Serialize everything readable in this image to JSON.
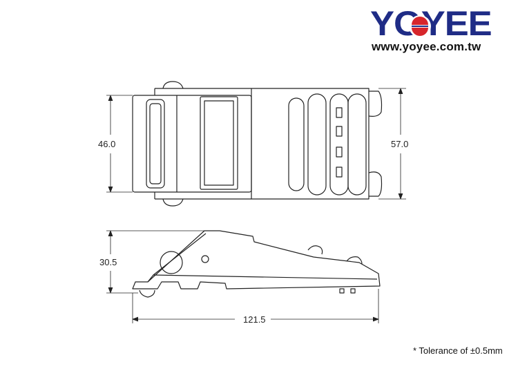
{
  "brand": {
    "name": "YOYEE",
    "url": "www.yoyee.com.tw",
    "colors": {
      "primary": "#1f2c86",
      "accent": "#d7262b"
    }
  },
  "dimensions": {
    "top_view_inner_height": "46.0",
    "top_view_outer_height": "57.0",
    "side_view_height": "30.5",
    "side_view_length": "121.5"
  },
  "note": "* Tolerance of ±0.5mm"
}
